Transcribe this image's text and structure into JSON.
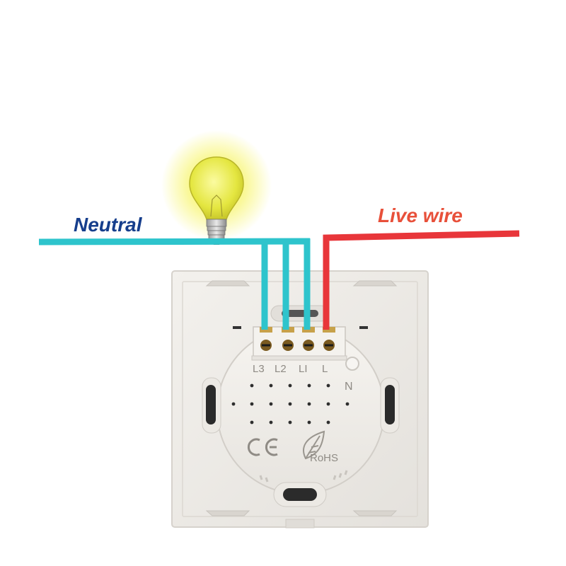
{
  "labels": {
    "neutral": "Neutral",
    "live_wire": "Live wire"
  },
  "terminals": {
    "l3": "L3",
    "l2": "L2",
    "l1": "LI",
    "l": "L",
    "n": "N"
  },
  "marks": {
    "ce": "CE",
    "rohs": "RoHS"
  },
  "colors": {
    "neutral_wire": "#2ec4cc",
    "live_wire": "#e8363a",
    "neutral_label": "#163e8c",
    "live_label": "#e8503a",
    "bulb_glow": "#f4f028",
    "plate": "#eeebe6",
    "module": "#f1efea"
  },
  "icons": {
    "bulb": "light-bulb-icon",
    "leaf": "leaf-icon",
    "ce": "ce-mark-icon"
  }
}
